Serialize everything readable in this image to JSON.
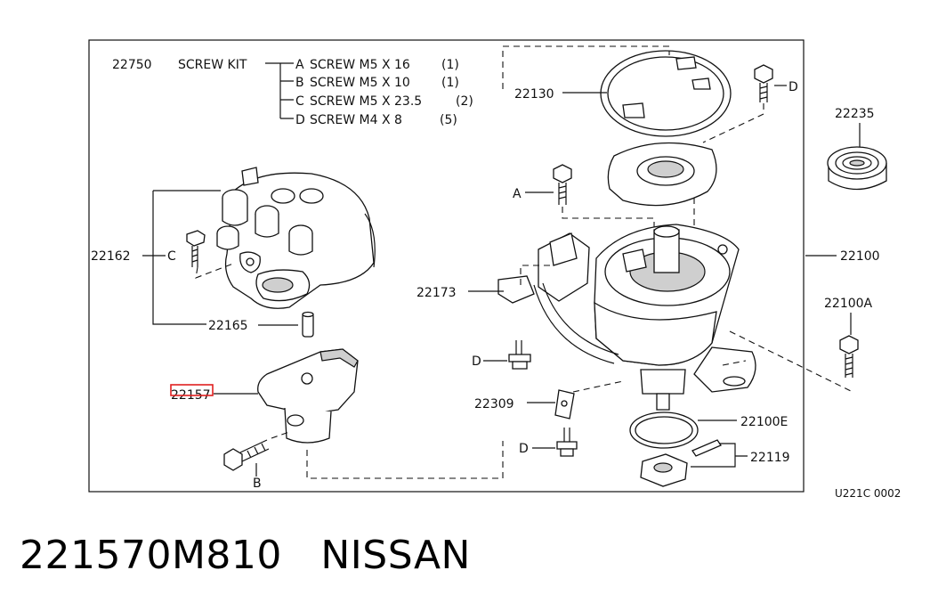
{
  "diagram": {
    "kit": {
      "number": "22750",
      "name": "SCREW KIT",
      "items": [
        {
          "letter": "A",
          "desc": "SCREW M5 X 16",
          "qty": "(1)"
        },
        {
          "letter": "B",
          "desc": "SCREW M5 X 10",
          "qty": "(1)"
        },
        {
          "letter": "C",
          "desc": "SCREW M5 X 23.5",
          "qty": "(2)"
        },
        {
          "letter": "D",
          "desc": "SCREW M4 X 8",
          "qty": "(5)"
        }
      ]
    },
    "parts": {
      "p22130": "22130",
      "p22235": "22235",
      "p22162": "22162",
      "p22100": "22100",
      "p22173": "22173",
      "p22100A": "22100A",
      "p22165": "22165",
      "p22157": "22157",
      "p22309": "22309",
      "p22100E": "22100E",
      "p22119": "22119"
    },
    "callouts": {
      "a": "A",
      "b": "B",
      "c": "C",
      "d_top": "D",
      "d_mid": "D",
      "d_bottom": "D"
    },
    "figure_code": "U221C 0002",
    "highlight_color": "#e02020"
  },
  "caption": {
    "part_number": "221570M810",
    "brand": "NISSAN"
  }
}
